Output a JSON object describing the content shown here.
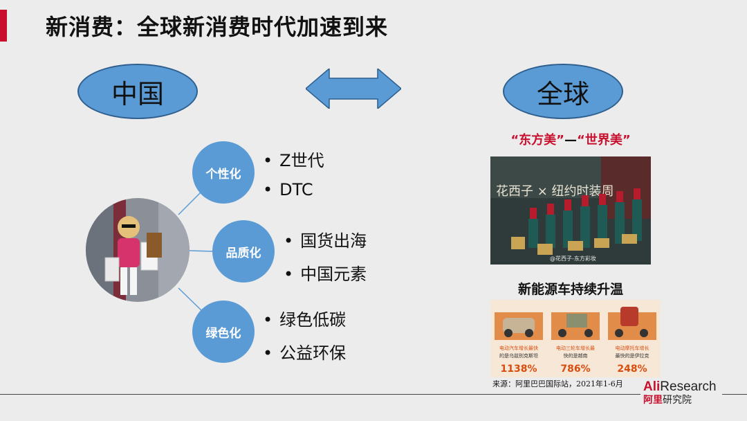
{
  "slide": {
    "title": "新消费：全球新消费时代加速到来",
    "regions": {
      "left": "中国",
      "right": "全球"
    },
    "categories": [
      {
        "label": "个性化",
        "items": [
          "Z世代",
          "DTC"
        ]
      },
      {
        "label": "品质化",
        "items": [
          "国货出海",
          "中国元素"
        ]
      },
      {
        "label": "绿色化",
        "items": [
          "绿色低碳",
          "公益环保"
        ]
      }
    ],
    "beauty": {
      "quote_open_1": "“",
      "term_1": "东方美",
      "quote_close_1": "”",
      "dash": "—",
      "quote_open_2": "“",
      "term_2": "世界美",
      "quote_close_2": "”",
      "brand_text": "花西子 × 纽约时装周",
      "watermark": "@花西子-东方彩妆"
    },
    "ev": {
      "title": "新能源车持续升温",
      "items": [
        {
          "line1": "电动汽车增长最快",
          "line2": "的是乌兹别克斯坦",
          "value": "1138%"
        },
        {
          "line1": "电动三轮车增长最",
          "line2": "快的是越南",
          "value": "786%"
        },
        {
          "line1": "电动摩托车增长",
          "line2": "最快的是伊拉克",
          "value": "248%"
        }
      ]
    },
    "source": "来源：阿里巴巴国际站，2021年1-6月",
    "logo": {
      "ali": "Ali",
      "research": "Research",
      "cn_1": "阿里",
      "cn_2": "研究院"
    },
    "colors": {
      "accent_red": "#c8102e",
      "bubble_blue": "#5b9bd5",
      "bubble_border": "#2e5f8f",
      "background": "#ececec"
    }
  }
}
